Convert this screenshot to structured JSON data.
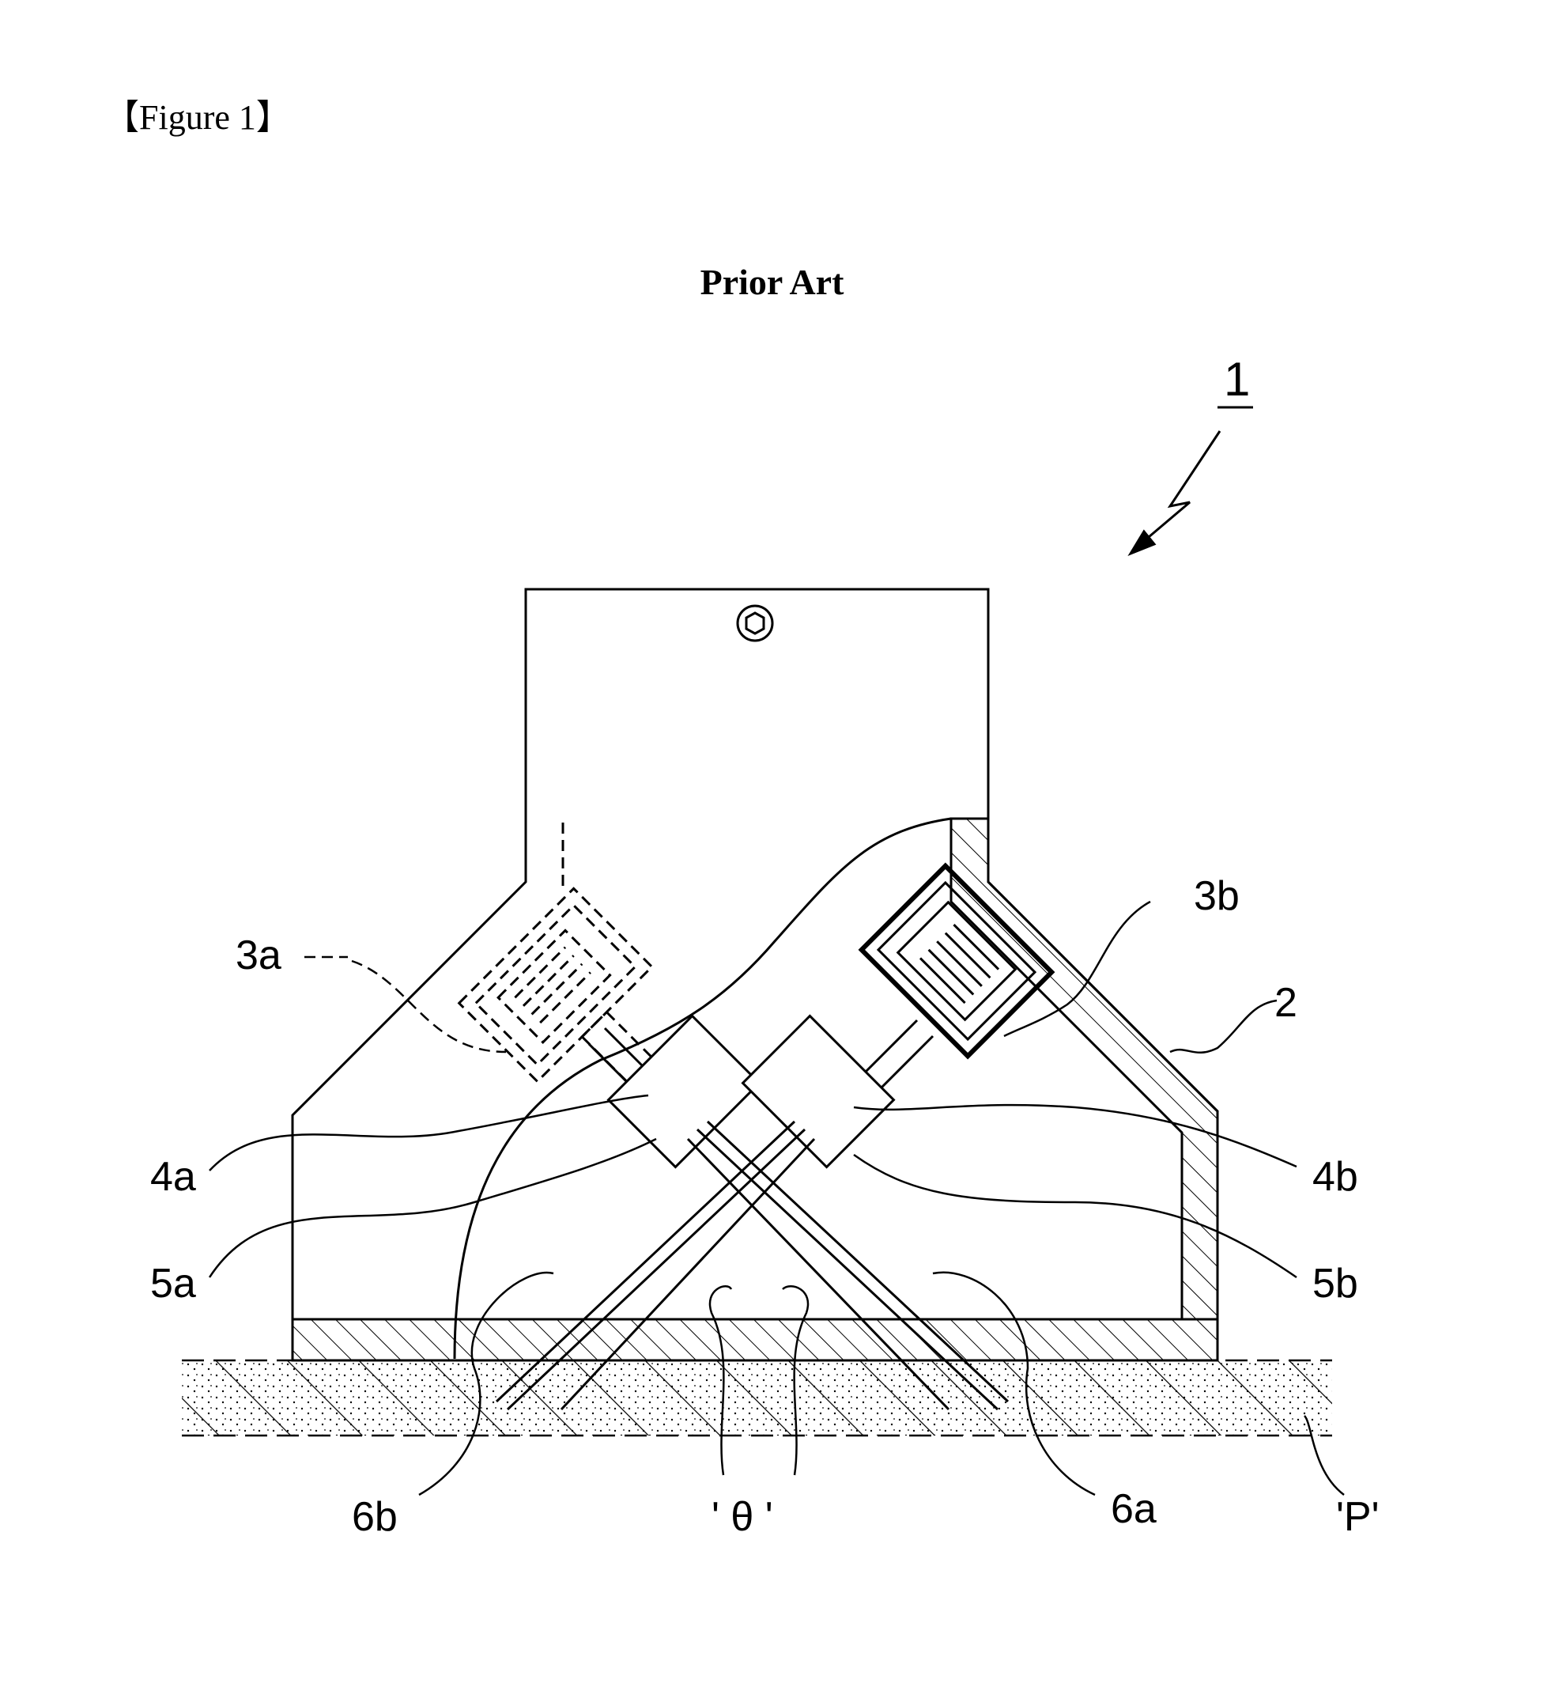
{
  "figure": {
    "caption": "【Figure 1】",
    "subtitle": "Prior Art"
  },
  "labels": {
    "device": "1",
    "part_3a": "3a",
    "part_3b": "3b",
    "part_2": "2",
    "part_4a": "4a",
    "part_4b": "4b",
    "part_5a": "5a",
    "part_5b": "5b",
    "part_6a": "6a",
    "part_6b": "6b",
    "angle": "' θ '",
    "plate": "'P'"
  },
  "colors": {
    "line": "#000000",
    "background": "#ffffff"
  }
}
